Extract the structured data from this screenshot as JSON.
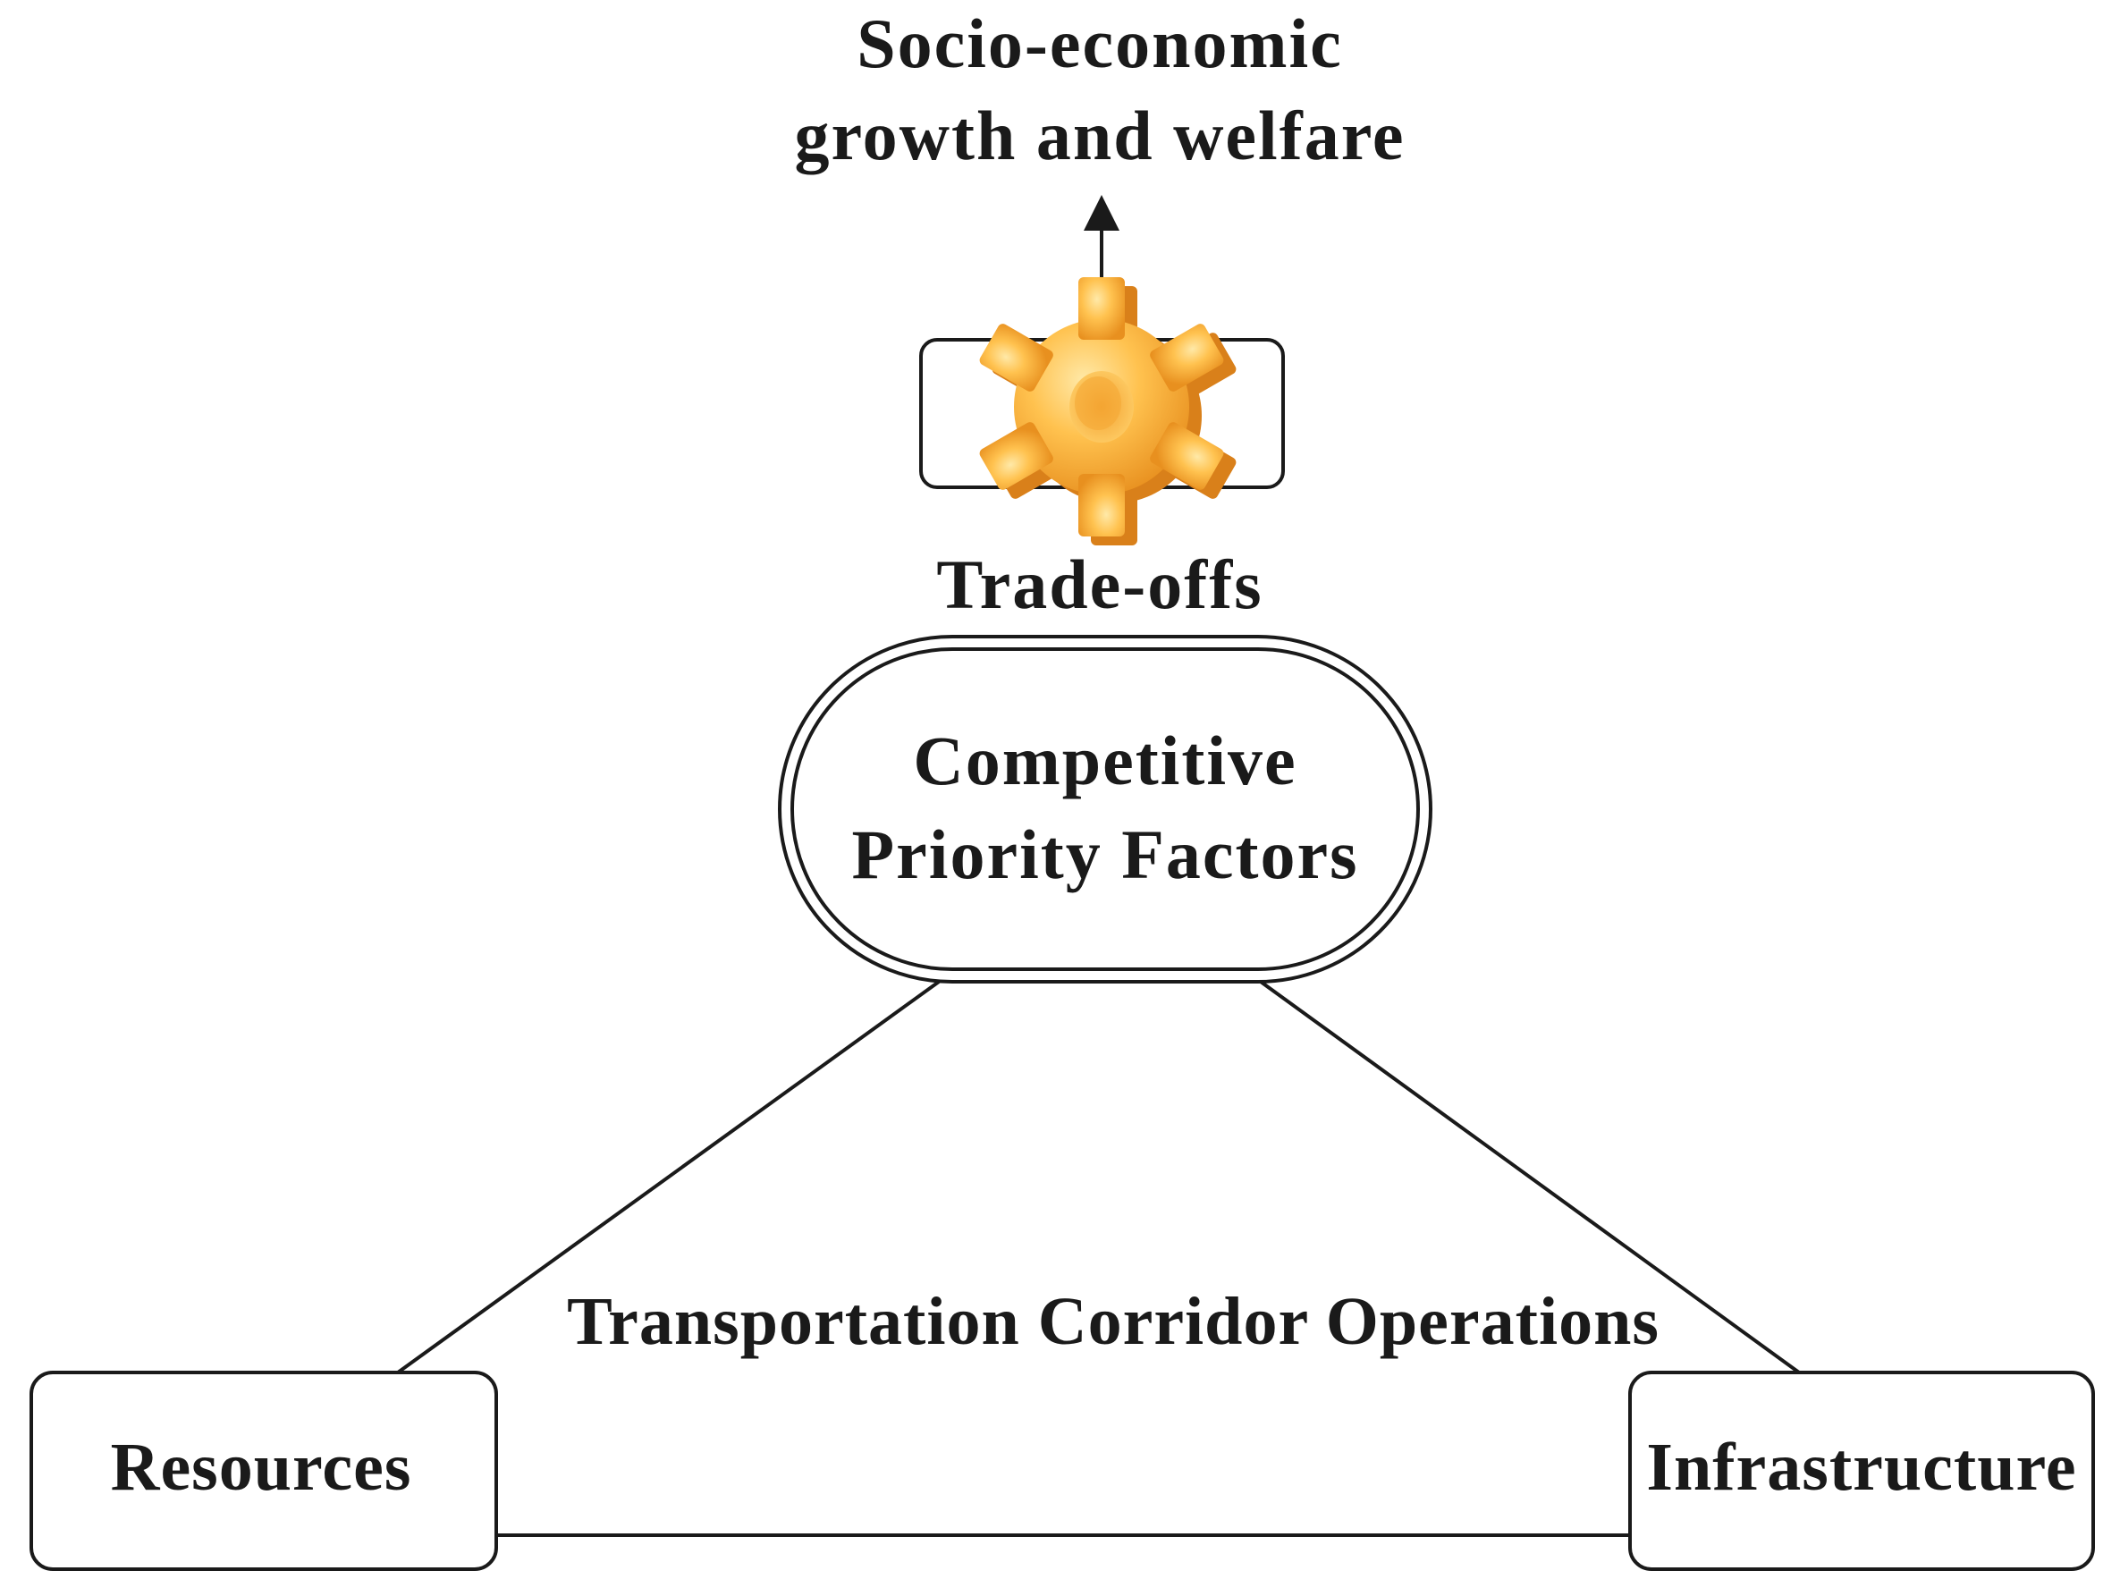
{
  "outcome": {
    "line1": "Socio-economic",
    "line2": "growth and welfare"
  },
  "tradeoffs": {
    "label": "Trade-offs",
    "icon": "gear-icon"
  },
  "priority": {
    "line1": "Competitive",
    "line2": "Priority Factors"
  },
  "triangle": {
    "center_label": "Transportation Corridor Operations",
    "left_node": "Resources",
    "right_node": "Infrastructure"
  },
  "colors": {
    "gear_light": "#FFD36B",
    "gear_mid": "#F7B23B",
    "gear_dark": "#E08A1E",
    "stroke": "#1a1a1a"
  }
}
